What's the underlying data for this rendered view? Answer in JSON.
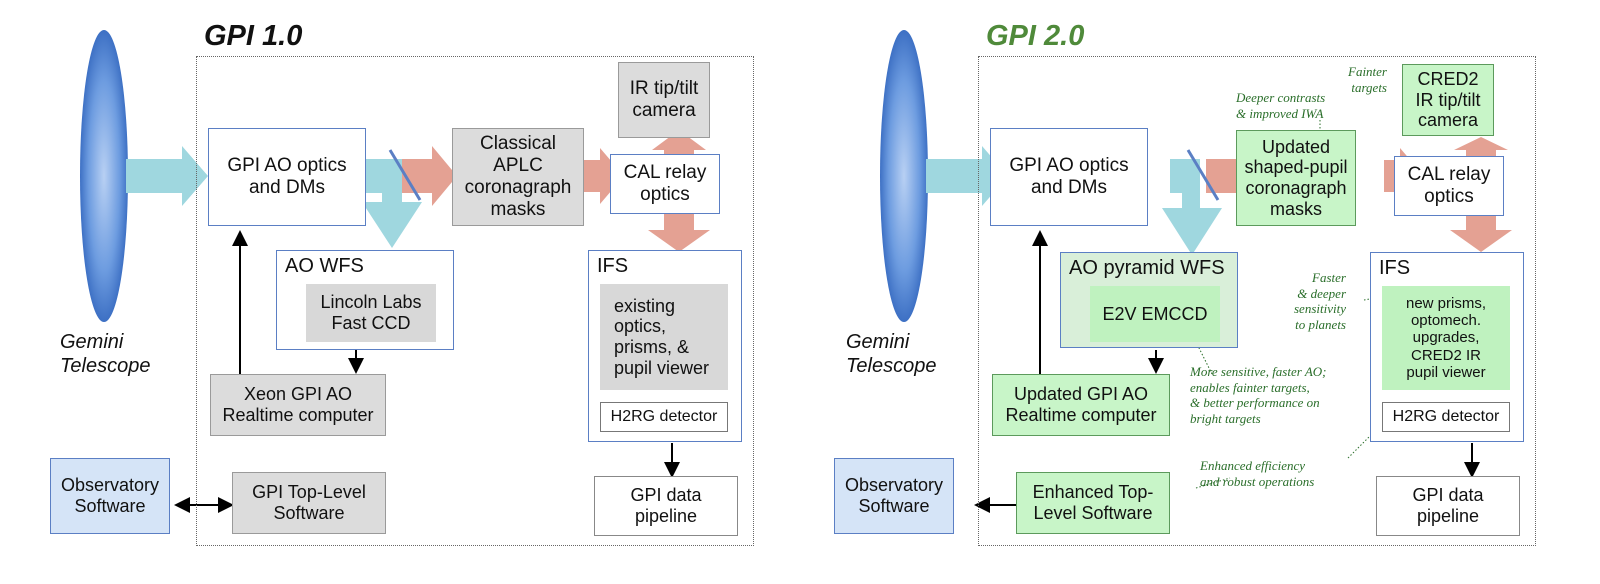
{
  "left": {
    "title": "GPI 1.0",
    "telescope_label": "Gemini\nTelescope",
    "ao_optics": "GPI AO optics\nand DMs",
    "coronagraph": "Classical\nAPLC\ncoronagraph\nmasks",
    "ir_camera": "IR tip/tilt\ncamera",
    "cal_relay": "CAL relay\noptics",
    "ao_wfs": "AO WFS",
    "wfs_detector": "Lincoln Labs\nFast CCD",
    "rtc": "Xeon GPI AO\nRealtime computer",
    "ifs": "IFS",
    "ifs_optics": "existing\noptics,\nprisms, &\npupil viewer",
    "ifs_detector": "H2RG detector",
    "pipeline": "GPI data\npipeline",
    "observatory": "Observatory\nSoftware",
    "top_level": "GPI Top-Level\nSoftware"
  },
  "right": {
    "title": "GPI 2.0",
    "telescope_label": "Gemini\nTelescope",
    "ao_optics": "GPI AO optics\nand DMs",
    "coronagraph": "Updated\nshaped-pupil\ncoronagraph\nmasks",
    "ir_camera": "CRED2\nIR tip/tilt\ncamera",
    "cal_relay": "CAL relay\noptics",
    "ao_wfs": "AO pyramid WFS",
    "wfs_detector": "E2V EMCCD",
    "rtc": "Updated GPI AO\nRealtime computer",
    "ifs": "IFS",
    "ifs_optics": "new prisms,\noptomech.\nupgrades,\nCRED2 IR\npupil viewer",
    "ifs_detector": "H2RG detector",
    "pipeline": "GPI data\npipeline",
    "observatory": "Observatory\nSoftware",
    "top_level": "Enhanced Top-\nLevel Software",
    "notes": {
      "fainter": "Fainter\ntargets",
      "deeper": "Deeper contrasts\n& improved IWA",
      "faster": "Faster\n& deeper\nsensitivity\nto planets",
      "sensitive": "More sensitive, faster AO;\nenables fainter targets,\n& better performance on\nbright targets",
      "efficiency": "Enhanced efficiency\nand robust operations"
    }
  },
  "colors": {
    "green_title": "#4f8a3a",
    "beam_cyan": "#9fd7df",
    "beam_red": "#e4a193",
    "gray_box": "#dcdcdc",
    "green_box": "#c8f5c8",
    "blue_box": "#d5e4f7",
    "mirror": "#5b7fc4",
    "telescope": "#4a80d0"
  }
}
